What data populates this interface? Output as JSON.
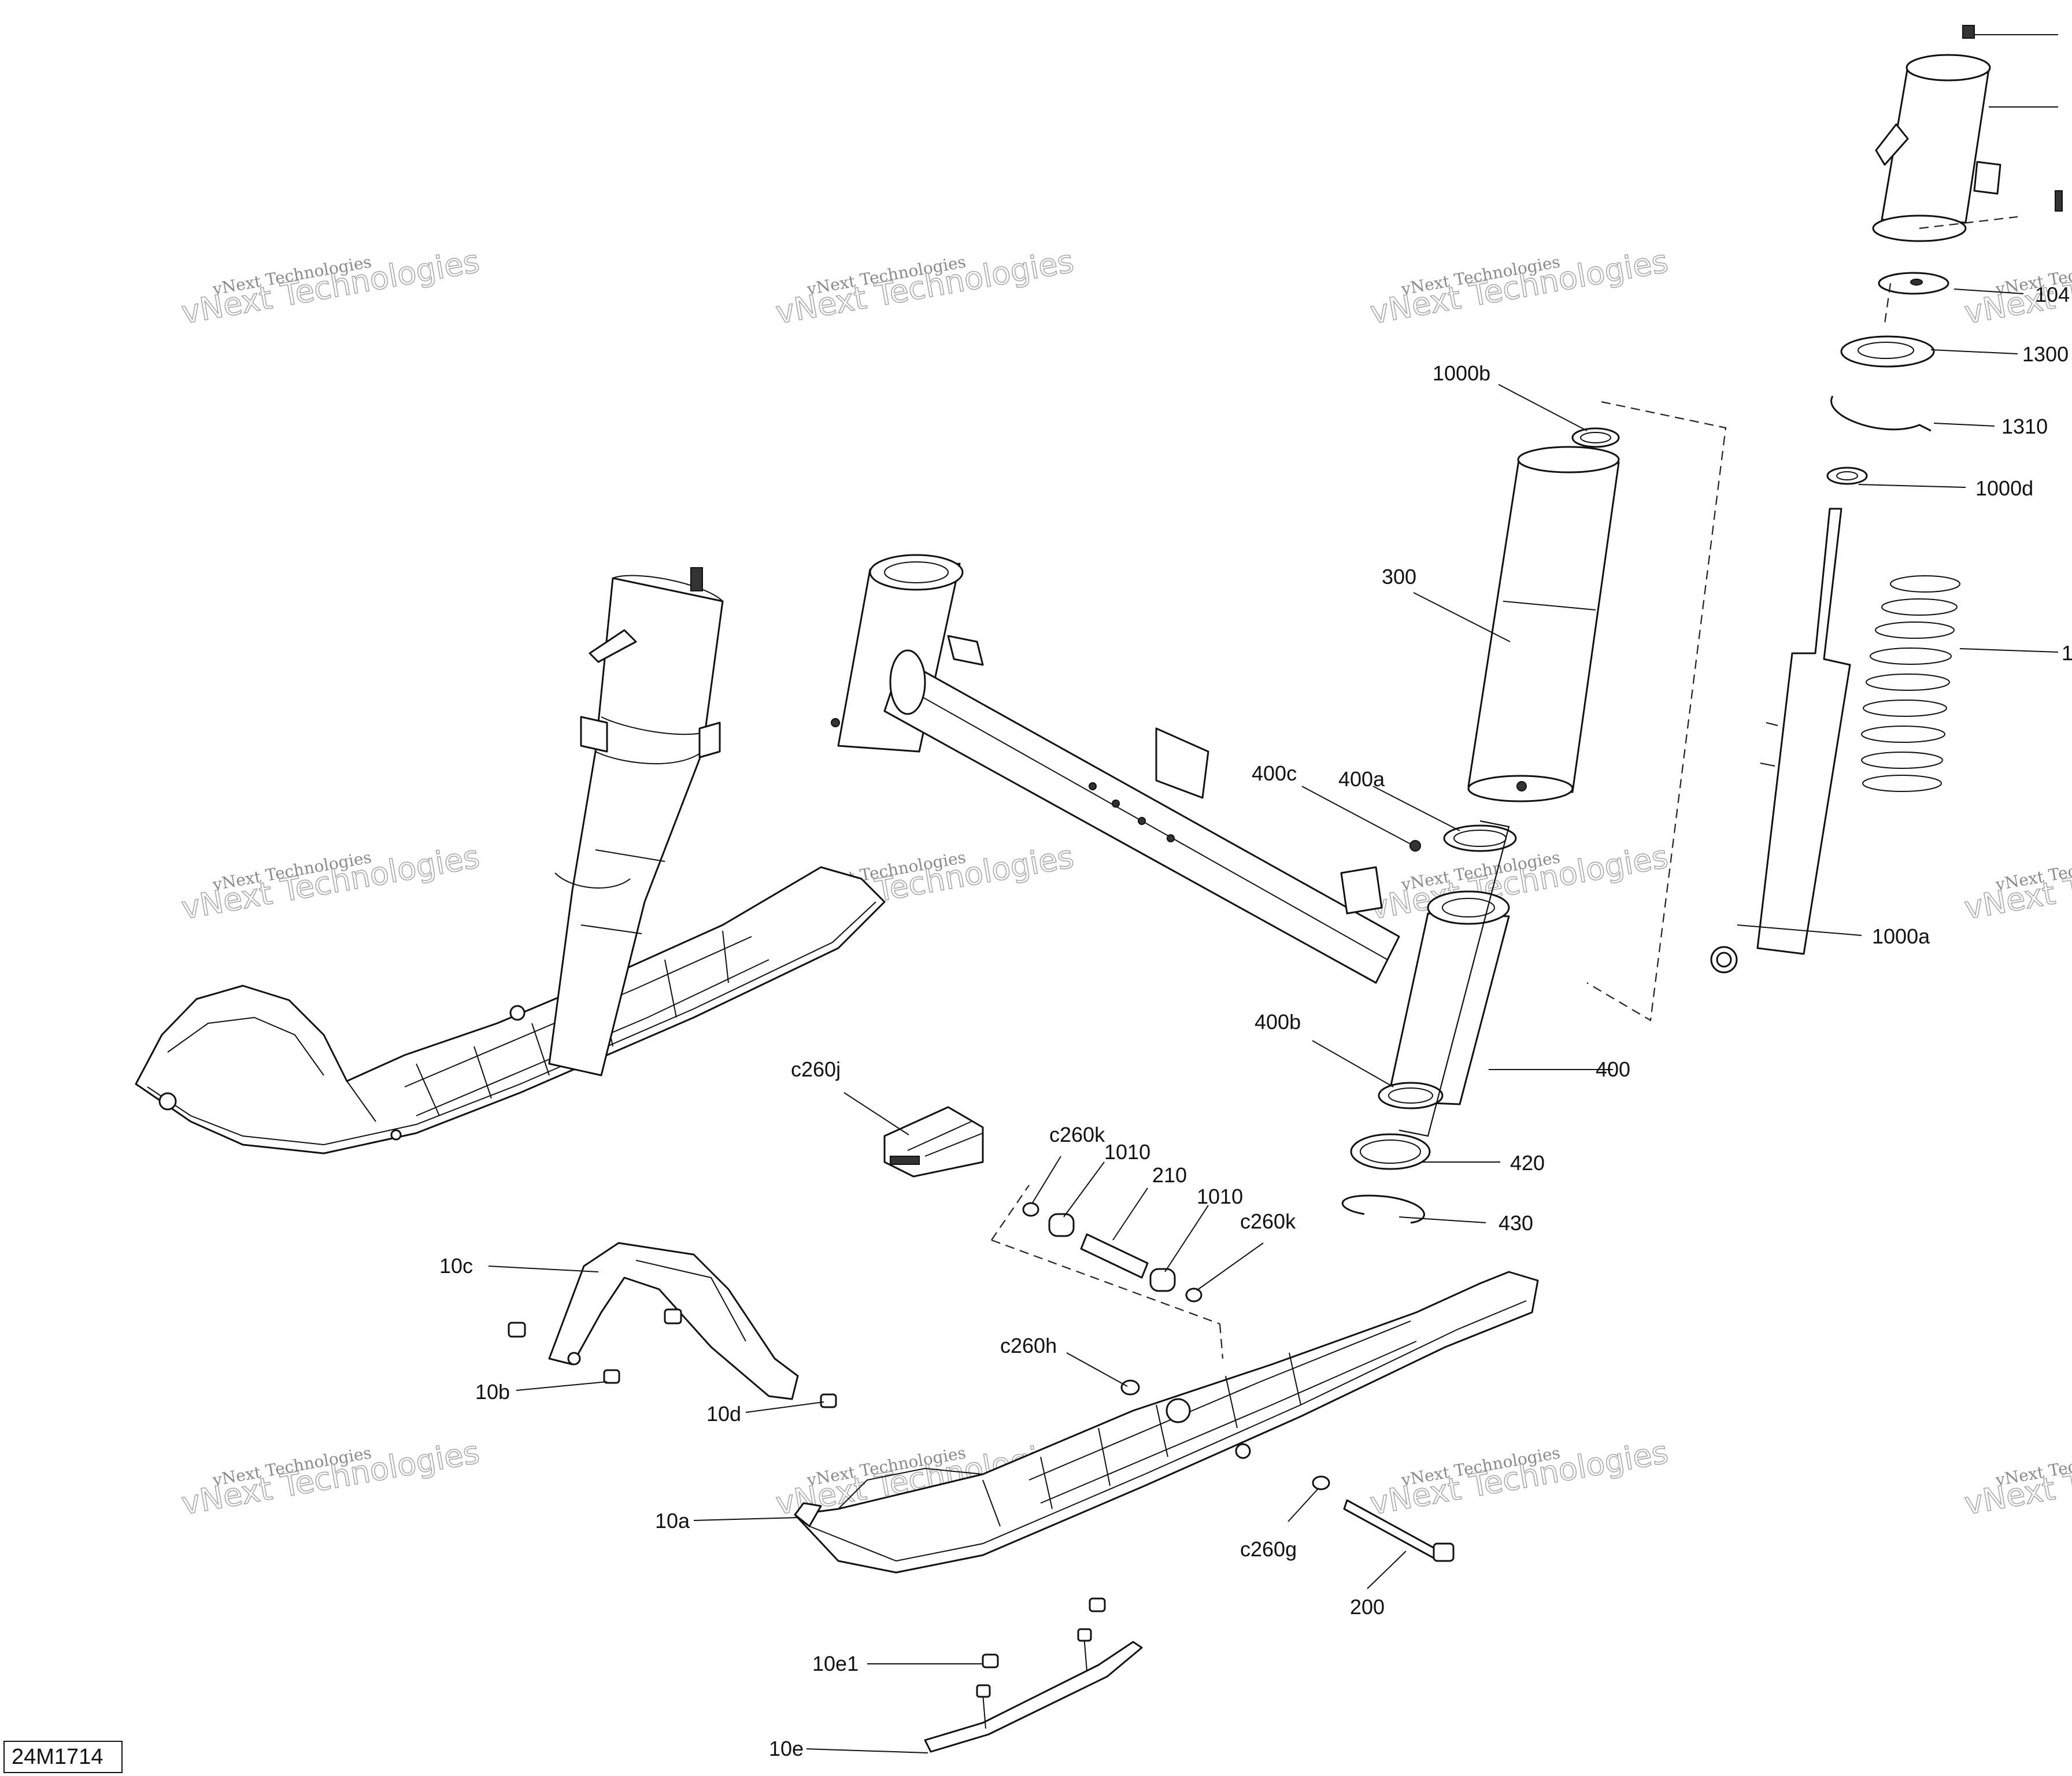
{
  "diagram": {
    "code": "24M1714",
    "watermark_line1": "vNext Technologies",
    "watermark_line2": "vNext Technologies",
    "callouts": [
      {
        "id": "1000b",
        "text": "1000b"
      },
      {
        "id": "300",
        "text": "300"
      },
      {
        "id": "400c",
        "text": "400c"
      },
      {
        "id": "400a",
        "text": "400a"
      },
      {
        "id": "400b",
        "text": "400b"
      },
      {
        "id": "400",
        "text": "400"
      },
      {
        "id": "420",
        "text": "420"
      },
      {
        "id": "430",
        "text": "430"
      },
      {
        "id": "1300",
        "text": "1300"
      },
      {
        "id": "1310",
        "text": "1310"
      },
      {
        "id": "1000d",
        "text": "1000d"
      },
      {
        "id": "1000a",
        "text": "1000a"
      },
      {
        "id": "104",
        "text": "104"
      },
      {
        "id": "1",
        "text": "1"
      },
      {
        "id": "c260j",
        "text": "c260j"
      },
      {
        "id": "c260k_a",
        "text": "c260k"
      },
      {
        "id": "1010_a",
        "text": "1010"
      },
      {
        "id": "210",
        "text": "210"
      },
      {
        "id": "1010_b",
        "text": "1010"
      },
      {
        "id": "c260k_b",
        "text": "c260k"
      },
      {
        "id": "10c",
        "text": "10c"
      },
      {
        "id": "10b",
        "text": "10b"
      },
      {
        "id": "10d",
        "text": "10d"
      },
      {
        "id": "c260h",
        "text": "c260h"
      },
      {
        "id": "10a",
        "text": "10a"
      },
      {
        "id": "c260g",
        "text": "c260g"
      },
      {
        "id": "200",
        "text": "200"
      },
      {
        "id": "10e1",
        "text": "10e1"
      },
      {
        "id": "10e",
        "text": "10e"
      }
    ]
  }
}
